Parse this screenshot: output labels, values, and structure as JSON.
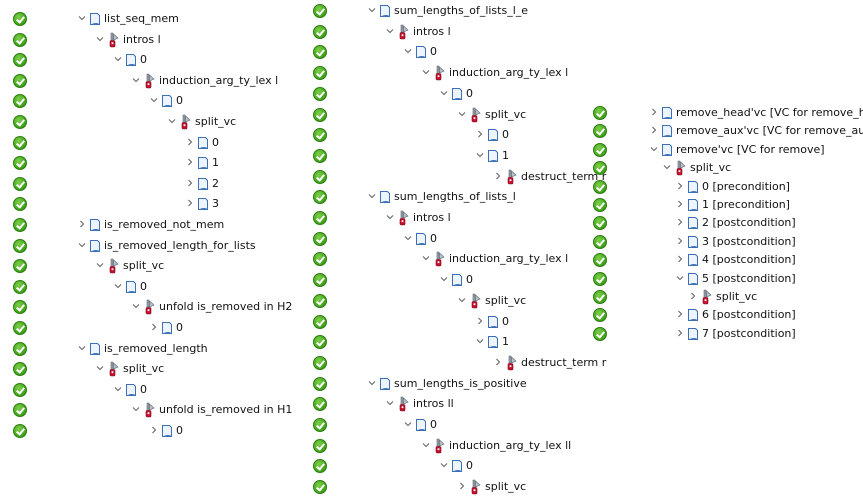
{
  "columns": [
    {
      "name": "left",
      "rows": [
        {
          "label": "list_seq_mem",
          "icon": "document",
          "toggle": "expanded",
          "level": 0
        },
        {
          "label": "intros l",
          "icon": "transformation",
          "toggle": "expanded",
          "level": 1
        },
        {
          "label": "0",
          "icon": "document",
          "toggle": "expanded",
          "level": 2
        },
        {
          "label": "induction_arg_ty_lex l",
          "icon": "transformation",
          "toggle": "expanded",
          "level": 3
        },
        {
          "label": "0",
          "icon": "document",
          "toggle": "expanded",
          "level": 4
        },
        {
          "label": "split_vc",
          "icon": "transformation",
          "toggle": "expanded",
          "level": 5
        },
        {
          "label": "0",
          "icon": "document",
          "toggle": "collapsed",
          "level": 6
        },
        {
          "label": "1",
          "icon": "document",
          "toggle": "collapsed",
          "level": 6
        },
        {
          "label": "2",
          "icon": "document",
          "toggle": "collapsed",
          "level": 6
        },
        {
          "label": "3",
          "icon": "document",
          "toggle": "collapsed",
          "level": 6
        },
        {
          "label": "is_removed_not_mem",
          "icon": "document",
          "toggle": "collapsed",
          "level": 0
        },
        {
          "label": "is_removed_length_for_lists",
          "icon": "document",
          "toggle": "expanded",
          "level": 0
        },
        {
          "label": "split_vc",
          "icon": "transformation",
          "toggle": "expanded",
          "level": 1
        },
        {
          "label": "0",
          "icon": "document",
          "toggle": "expanded",
          "level": 2
        },
        {
          "label": "unfold is_removed in H2",
          "icon": "transformation",
          "toggle": "expanded",
          "level": 3
        },
        {
          "label": "0",
          "icon": "document",
          "toggle": "collapsed",
          "level": 4
        },
        {
          "label": "is_removed_length",
          "icon": "document",
          "toggle": "expanded",
          "level": 0
        },
        {
          "label": "split_vc",
          "icon": "transformation",
          "toggle": "expanded",
          "level": 1
        },
        {
          "label": "0",
          "icon": "document",
          "toggle": "expanded",
          "level": 2
        },
        {
          "label": "unfold is_removed in H1",
          "icon": "transformation",
          "toggle": "expanded",
          "level": 3
        },
        {
          "label": "0",
          "icon": "document",
          "toggle": "collapsed",
          "level": 4
        }
      ]
    },
    {
      "name": "middle",
      "rows": [
        {
          "label": "sum_lengths_of_lists_l_e",
          "icon": "document",
          "toggle": "expanded",
          "level": 0
        },
        {
          "label": "intros l",
          "icon": "transformation",
          "toggle": "expanded",
          "level": 1
        },
        {
          "label": "0",
          "icon": "document",
          "toggle": "expanded",
          "level": 2
        },
        {
          "label": "induction_arg_ty_lex l",
          "icon": "transformation",
          "toggle": "expanded",
          "level": 3
        },
        {
          "label": "0",
          "icon": "document",
          "toggle": "expanded",
          "level": 4
        },
        {
          "label": "split_vc",
          "icon": "transformation",
          "toggle": "expanded",
          "level": 5
        },
        {
          "label": "0",
          "icon": "document",
          "toggle": "collapsed",
          "level": 6
        },
        {
          "label": "1",
          "icon": "document",
          "toggle": "expanded",
          "level": 6
        },
        {
          "label": "destruct_term r",
          "icon": "transformation",
          "toggle": "collapsed",
          "level": 7
        },
        {
          "label": "sum_lengths_of_lists_l",
          "icon": "document",
          "toggle": "expanded",
          "level": 0
        },
        {
          "label": "intros l",
          "icon": "transformation",
          "toggle": "expanded",
          "level": 1
        },
        {
          "label": "0",
          "icon": "document",
          "toggle": "expanded",
          "level": 2
        },
        {
          "label": "induction_arg_ty_lex l",
          "icon": "transformation",
          "toggle": "expanded",
          "level": 3
        },
        {
          "label": "0",
          "icon": "document",
          "toggle": "expanded",
          "level": 4
        },
        {
          "label": "split_vc",
          "icon": "transformation",
          "toggle": "expanded",
          "level": 5
        },
        {
          "label": "0",
          "icon": "document",
          "toggle": "collapsed",
          "level": 6
        },
        {
          "label": "1",
          "icon": "document",
          "toggle": "expanded",
          "level": 6
        },
        {
          "label": "destruct_term r",
          "icon": "transformation",
          "toggle": "collapsed",
          "level": 7
        },
        {
          "label": "sum_lengths_is_positive",
          "icon": "document",
          "toggle": "expanded",
          "level": 0
        },
        {
          "label": "intros ll",
          "icon": "transformation",
          "toggle": "expanded",
          "level": 1
        },
        {
          "label": "0",
          "icon": "document",
          "toggle": "expanded",
          "level": 2
        },
        {
          "label": "induction_arg_ty_lex ll",
          "icon": "transformation",
          "toggle": "expanded",
          "level": 3
        },
        {
          "label": "0",
          "icon": "document",
          "toggle": "expanded",
          "level": 4
        },
        {
          "label": "split_vc",
          "icon": "transformation",
          "toggle": "collapsed",
          "level": 5
        }
      ]
    },
    {
      "name": "right",
      "rows": [
        {
          "label": "remove_head'vc [VC for remove_head]",
          "icon": "document",
          "toggle": "collapsed",
          "level": 0
        },
        {
          "label": "remove_aux'vc [VC for remove_aux]",
          "icon": "document",
          "toggle": "collapsed",
          "level": 0
        },
        {
          "label": "remove'vc [VC for remove]",
          "icon": "document",
          "toggle": "expanded",
          "level": 0
        },
        {
          "label": "split_vc",
          "icon": "transformation",
          "toggle": "expanded",
          "level": 1
        },
        {
          "label": "0 [precondition]",
          "icon": "document",
          "toggle": "collapsed",
          "level": 2
        },
        {
          "label": "1 [precondition]",
          "icon": "document",
          "toggle": "collapsed",
          "level": 2
        },
        {
          "label": "2 [postcondition]",
          "icon": "document",
          "toggle": "collapsed",
          "level": 2
        },
        {
          "label": "3 [postcondition]",
          "icon": "document",
          "toggle": "collapsed",
          "level": 2
        },
        {
          "label": "4 [postcondition]",
          "icon": "document",
          "toggle": "collapsed",
          "level": 2
        },
        {
          "label": "5 [postcondition]",
          "icon": "document",
          "toggle": "expanded",
          "level": 2
        },
        {
          "label": "split_vc",
          "icon": "transformation",
          "toggle": "collapsed",
          "level": 3
        },
        {
          "label": "6 [postcondition]",
          "icon": "document",
          "toggle": "collapsed",
          "level": 2
        },
        {
          "label": "7 [postcondition]",
          "icon": "document",
          "toggle": "collapsed",
          "level": 2
        }
      ]
    }
  ],
  "status_icon": "valid-check-icon",
  "colors": {
    "valid_green": "#45a81e",
    "doc_blue": "#3b6fb6",
    "transform_red": "#c8102e"
  }
}
